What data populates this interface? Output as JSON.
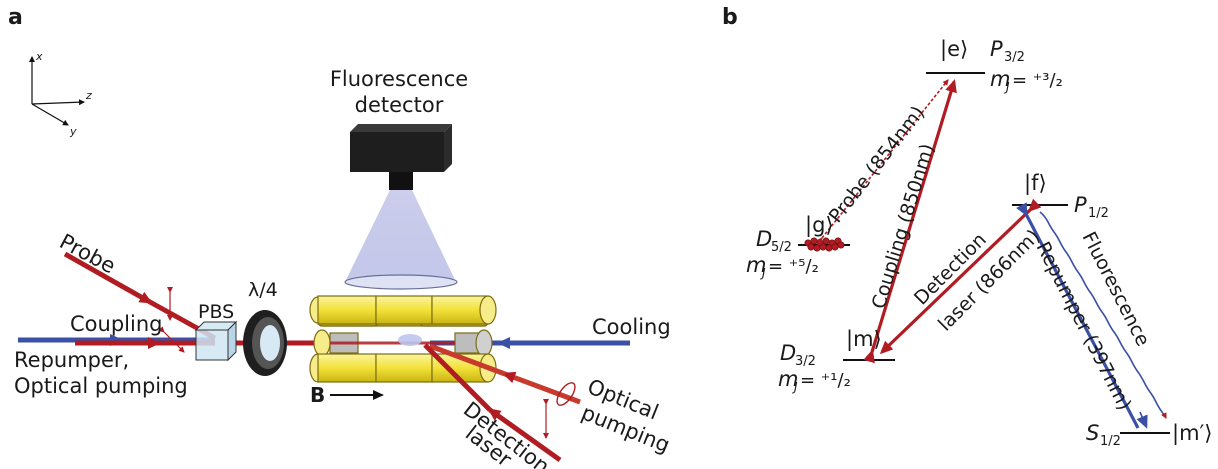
{
  "panel_a": {
    "label": "a",
    "axes": {
      "x": "x",
      "y": "y",
      "z": "z"
    },
    "detector_line1": "Fluorescence",
    "detector_line2": "detector",
    "probe": "Probe",
    "pbs": "PBS",
    "lambda4": "λ/4",
    "coupling": "Coupling",
    "repumper_line1": "Repumper,",
    "repumper_line2": "Optical pumping",
    "cooling": "Cooling",
    "b_field": "B",
    "optical_pumping_line1": "Optical",
    "optical_pumping_line2": "pumping",
    "detection_line1": "Detection",
    "detection_line2": "laser"
  },
  "panel_b": {
    "label": "b",
    "state_e": "|e⟩",
    "P32": "P",
    "P32_sub": "3/2",
    "mJ_e_pre": "m",
    "mJ_e_sub": "J",
    "mJ_e_val": " = ⁺³/₂",
    "state_f": "|f⟩",
    "P12": "P",
    "P12_sub": "1/2",
    "state_g": "|g⟩",
    "D52": "D",
    "D52_sub": "5/2",
    "mJ_g_pre": "m",
    "mJ_g_sub": "J",
    "mJ_g_val": " = ⁺⁵/₂",
    "state_m": "|m⟩",
    "D32": "D",
    "D32_sub": "3/2",
    "mJ_m_pre": "m",
    "mJ_m_sub": "J",
    "mJ_m_val": " = ⁺¹/₂",
    "state_mprime": "|m′⟩",
    "S12": "S",
    "S12_sub": "1/2",
    "probe_label": "Probe (854nm)",
    "coupling_label": "Coupling (850nm)",
    "detection_label1": "Detection",
    "detection_label2": "laser (866nm)",
    "repumper_label": "Repumper (397nm)",
    "fluorescence_label": "Fluorescence"
  },
  "colors": {
    "red_beam": "#b01c22",
    "blue_beam": "#3a4fa6",
    "electrode": "#f0e032",
    "electrode_stroke": "#8a7a10"
  }
}
